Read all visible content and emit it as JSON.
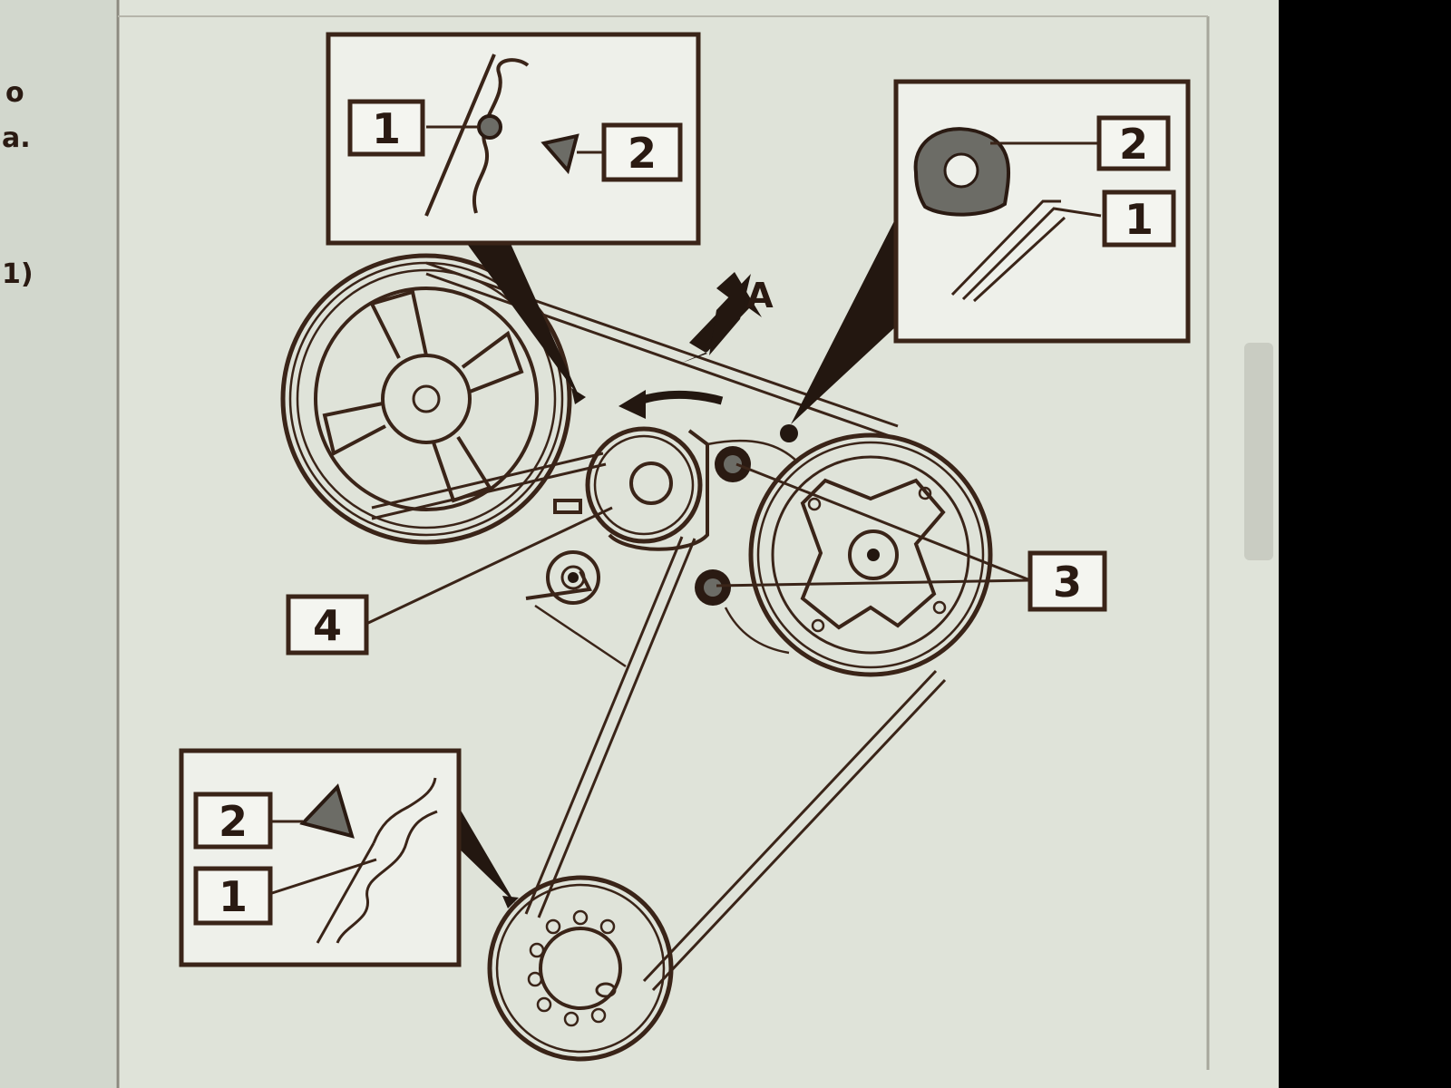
{
  "left_margin_text": [
    "o",
    "a.",
    "1)"
  ],
  "callouts": {
    "top_left": {
      "label_1": "1",
      "label_2": "2"
    },
    "top_right": {
      "label_1": "1",
      "label_2": "2"
    },
    "bottom_left": {
      "label_1": "1",
      "label_2": "2"
    }
  },
  "main_labels": {
    "idler_label": "3",
    "tensioner_label": "4",
    "view_arrow_label": "A"
  },
  "colors": {
    "paper": "#dfe3d9",
    "ink": "#3a2418",
    "marker_gray": "#6c6c66",
    "background": "#000000"
  }
}
